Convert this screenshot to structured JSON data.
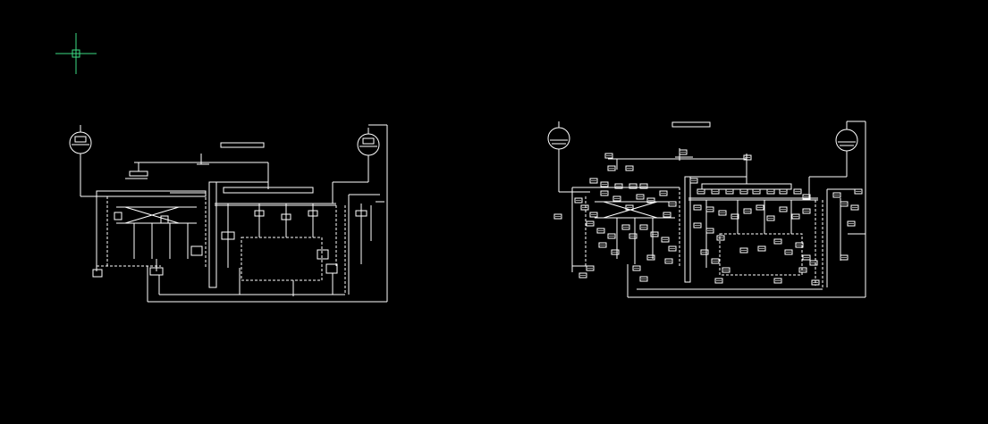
{
  "canvas": {
    "background": "#000000",
    "line_color": "#ffffff",
    "cursor_color": "#3ddc84"
  },
  "cursor": {
    "icon": "crosshair-icon"
  },
  "drawings": [
    {
      "id": "left",
      "style": "sparse"
    },
    {
      "id": "right",
      "style": "dense"
    }
  ]
}
